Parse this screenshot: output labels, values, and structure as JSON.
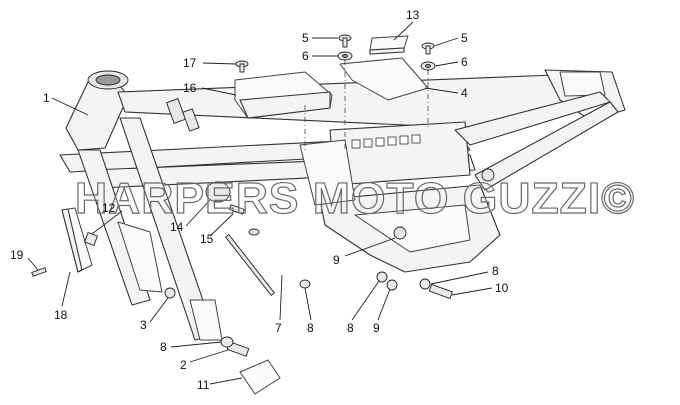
{
  "watermark": "HARPERS MOTO GUZZI©",
  "labels": {
    "p1": "1",
    "p2": "2",
    "p3": "3",
    "p4": "4",
    "p5a": "5",
    "p5b": "5",
    "p6a": "6",
    "p6b": "6",
    "p8a": "8",
    "p8b": "8",
    "p8c": "8",
    "p8d": "8",
    "p9a": "9",
    "p9b": "9",
    "p10": "10",
    "p11": "11",
    "p12": "12",
    "p13": "13",
    "p14": "14",
    "p15": "15",
    "p16": "16",
    "p17": "17",
    "p18": "18",
    "p19": "19",
    "p7": "7"
  }
}
